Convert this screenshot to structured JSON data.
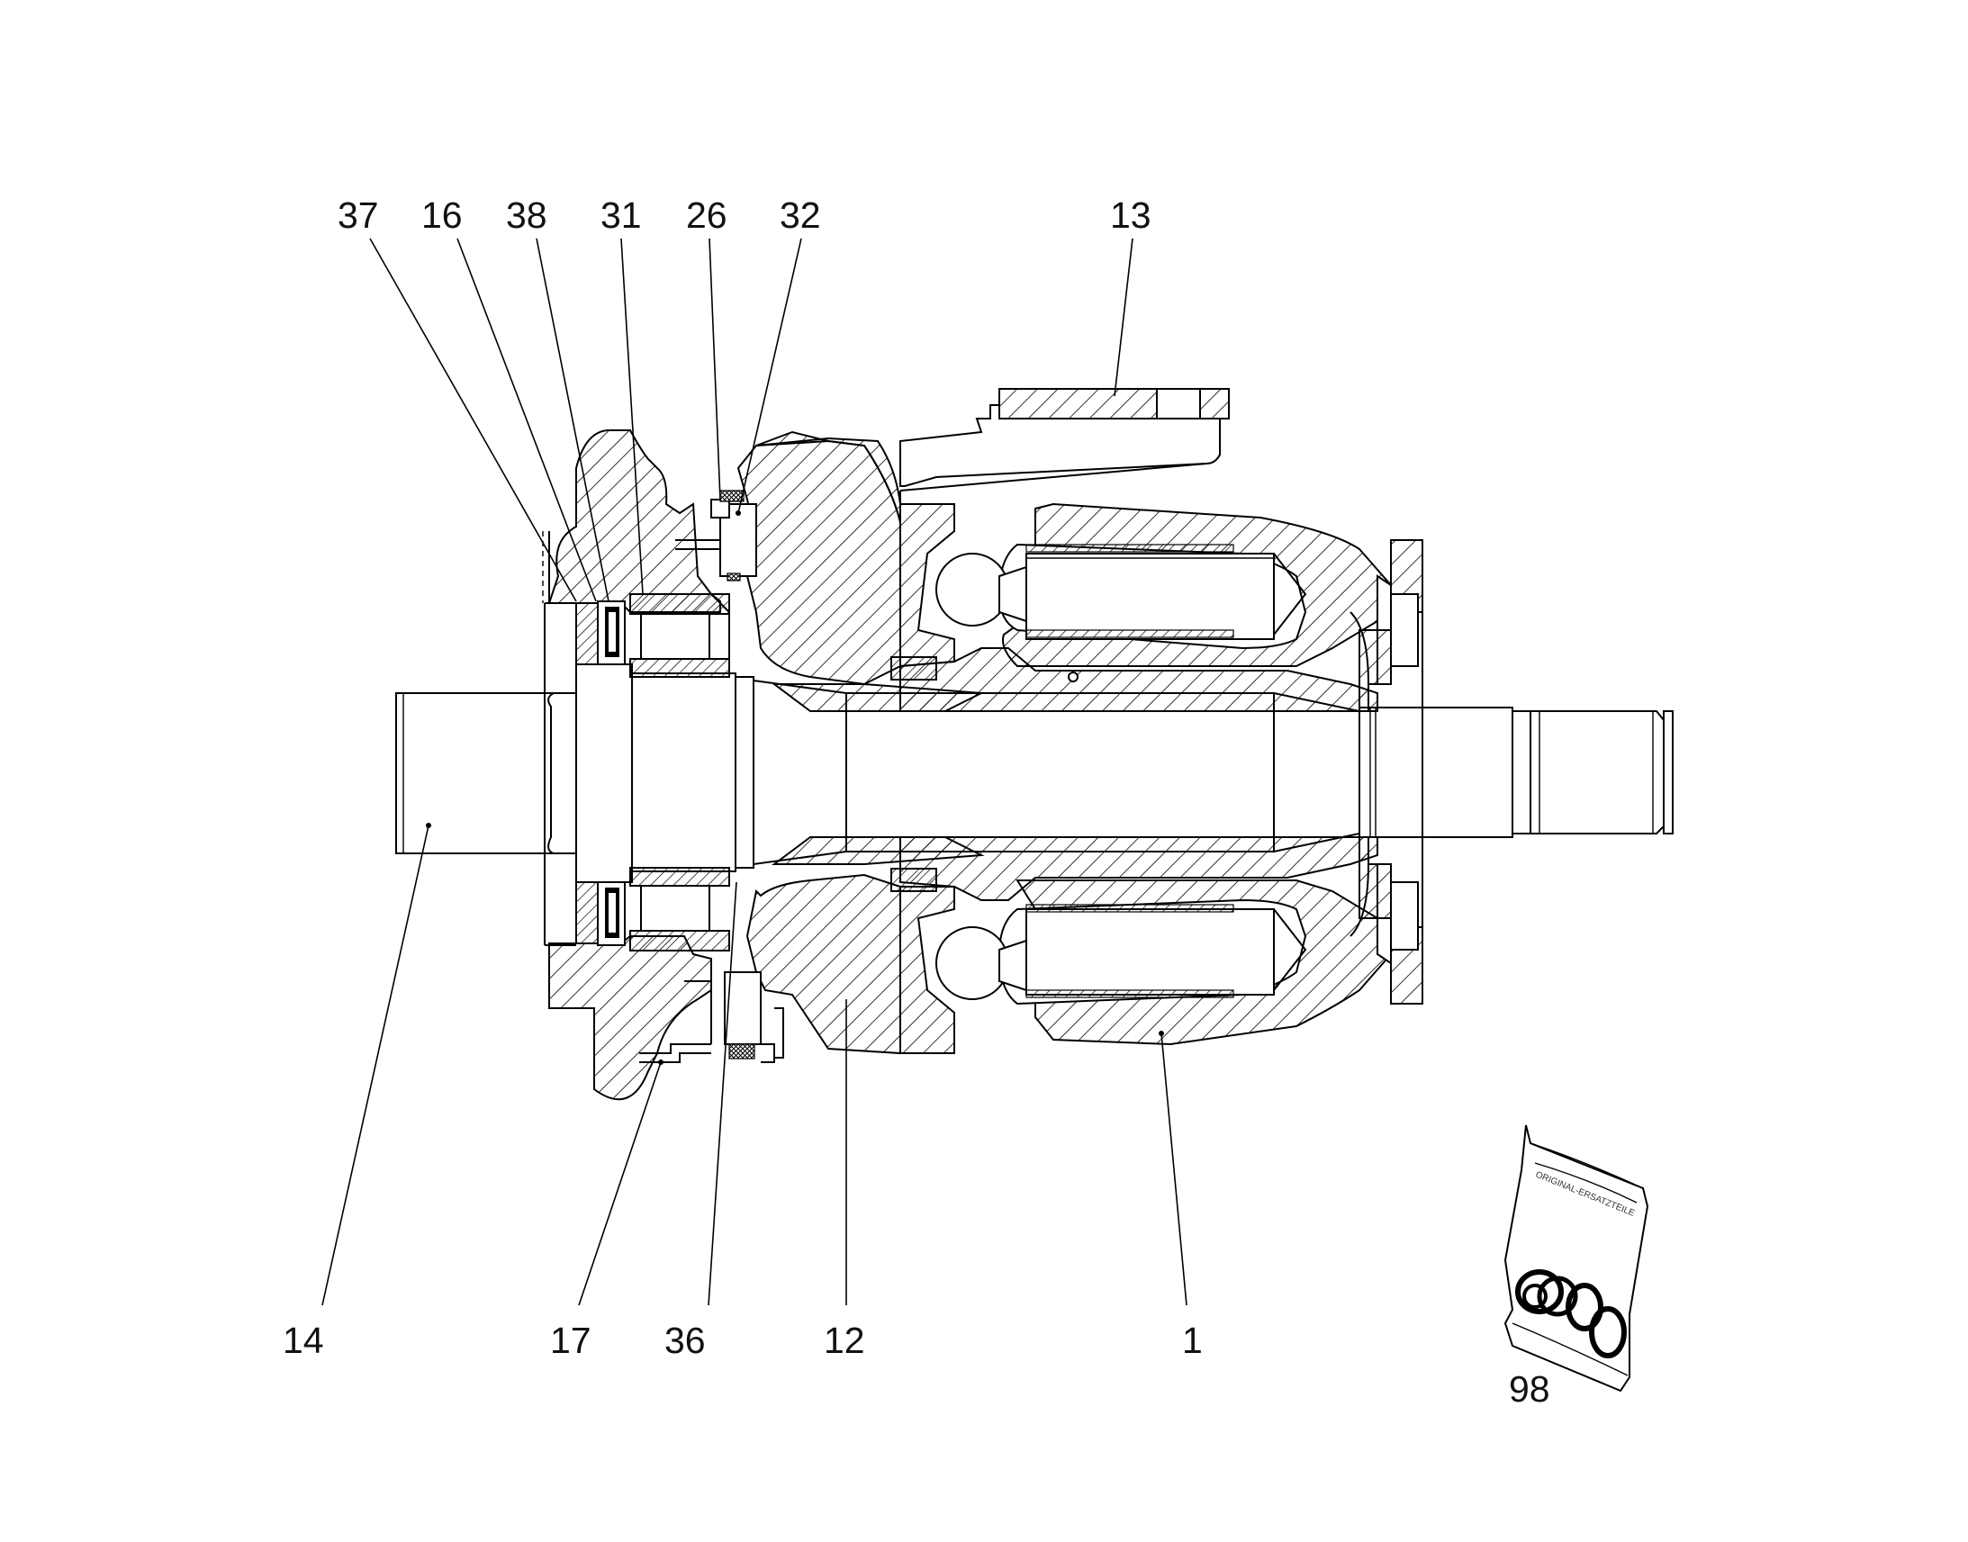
{
  "labels": [
    {
      "id": "37",
      "text": "37"
    },
    {
      "id": "16",
      "text": "16"
    },
    {
      "id": "38",
      "text": "38"
    },
    {
      "id": "31",
      "text": "31"
    },
    {
      "id": "26",
      "text": "26"
    },
    {
      "id": "32",
      "text": "32"
    },
    {
      "id": "13",
      "text": "13"
    },
    {
      "id": "14",
      "text": "14"
    },
    {
      "id": "17",
      "text": "17"
    },
    {
      "id": "36",
      "text": "36"
    },
    {
      "id": "12",
      "text": "12"
    },
    {
      "id": "1",
      "text": "1"
    },
    {
      "id": "98",
      "text": "98"
    }
  ],
  "bag_text": "ORIGINAL-ERSATZTEILE"
}
